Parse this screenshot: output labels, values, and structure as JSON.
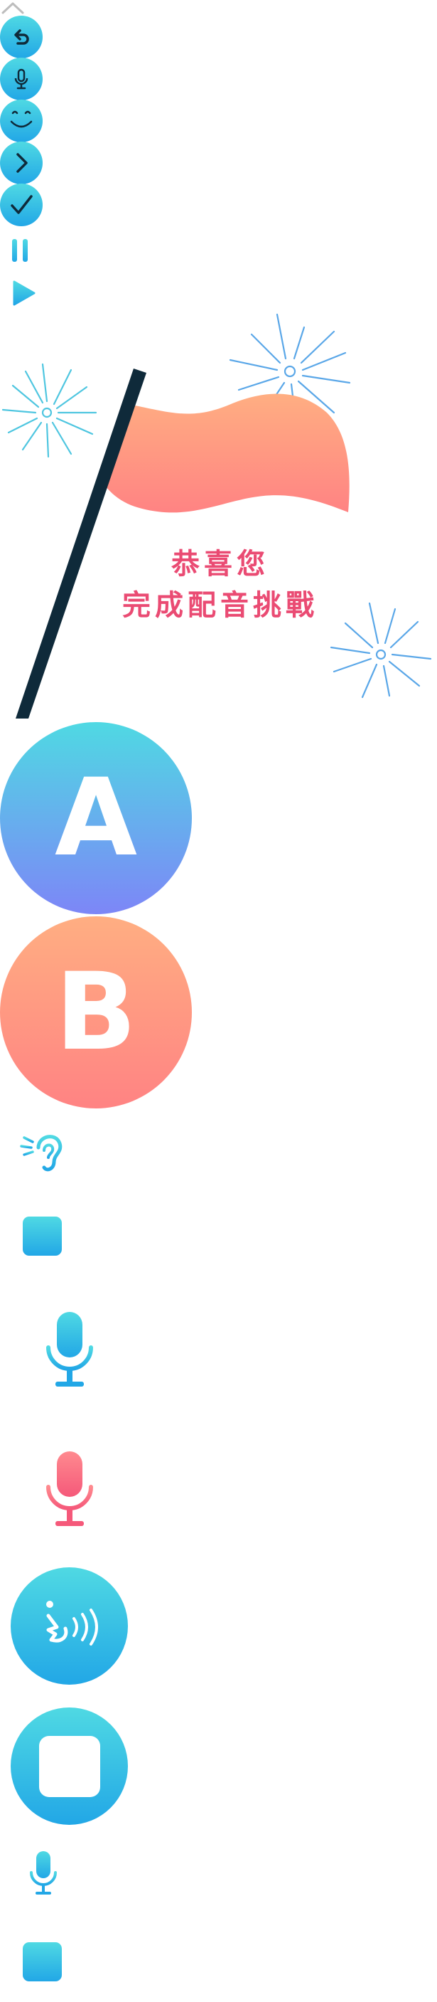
{
  "celebration": {
    "line1": "恭喜您",
    "line2": "完成配音挑戰"
  },
  "options": {
    "a_label": "A",
    "b_label": "B"
  },
  "icons": {
    "collapse": "chevron-up-icon",
    "undo": "undo-icon",
    "mic": "microphone-icon",
    "smile": "smile-icon",
    "next": "chevron-right-icon",
    "check": "checkmark-icon",
    "pause": "pause-icon",
    "play": "play-icon",
    "ear": "ear-listen-icon",
    "stop": "stop-icon",
    "speak": "speaking-head-icon"
  },
  "colors": {
    "accent_teal": "#4fd9e3",
    "accent_blue": "#22a7e6",
    "pink_text": "#ea4b73",
    "flag_top": "#ffae82",
    "flag_bottom": "#ff8383",
    "pole": "#0f2a3a",
    "violet": "#7d86f7",
    "mic_pink": "#ff6f8a"
  }
}
